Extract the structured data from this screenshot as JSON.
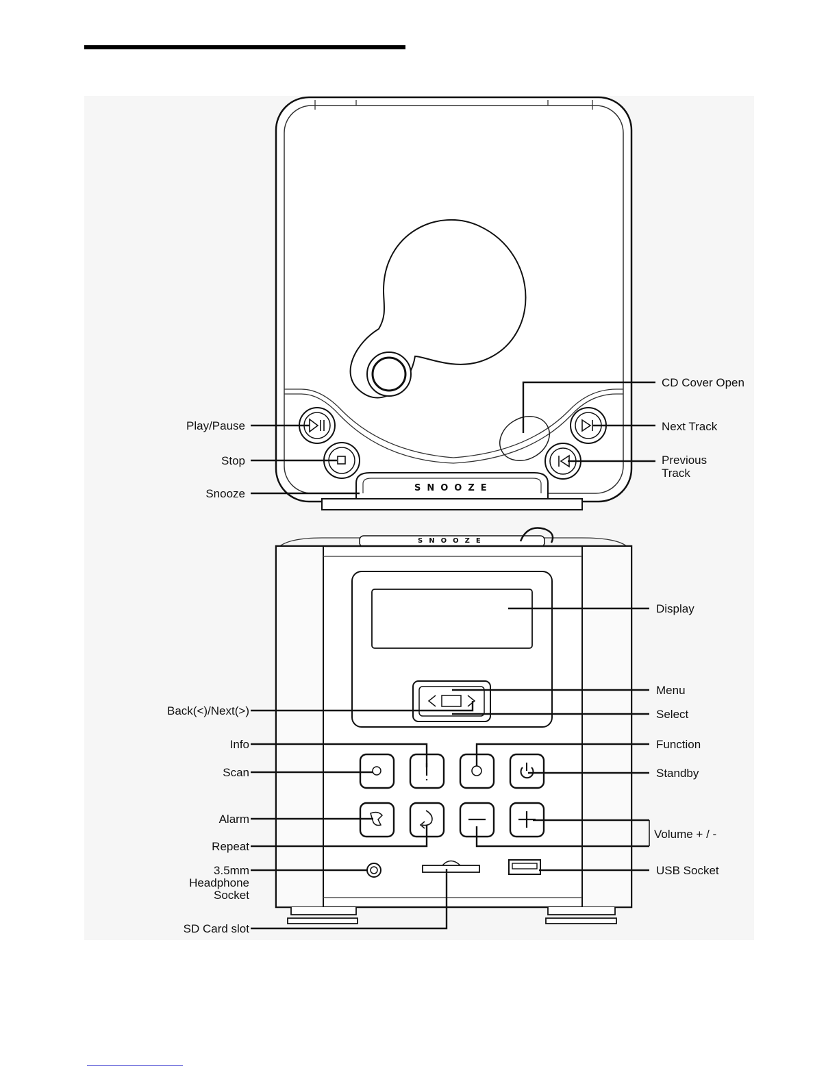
{
  "labels": {
    "play_pause": "Play/Pause",
    "stop": "Stop",
    "snooze": "Snooze",
    "cd_cover_open": "CD Cover Open",
    "next_track": "Next Track",
    "previous_track_1": "Previous",
    "previous_track_2": "Track",
    "back_next": "Back(<)/Next(>)",
    "info": "Info",
    "scan": "Scan",
    "alarm": "Alarm",
    "repeat": "Repeat",
    "headphone_1": "3.5mm",
    "headphone_2": "Headphone",
    "headphone_3": "Socket",
    "sd_card": "SD Card slot",
    "display": "Display",
    "menu": "Menu",
    "select": "Select",
    "function": "Function",
    "standby": "Standby",
    "volume": "Volume + / -",
    "usb": "USB Socket"
  },
  "device": {
    "snooze_button_text": "SNOOZE"
  }
}
